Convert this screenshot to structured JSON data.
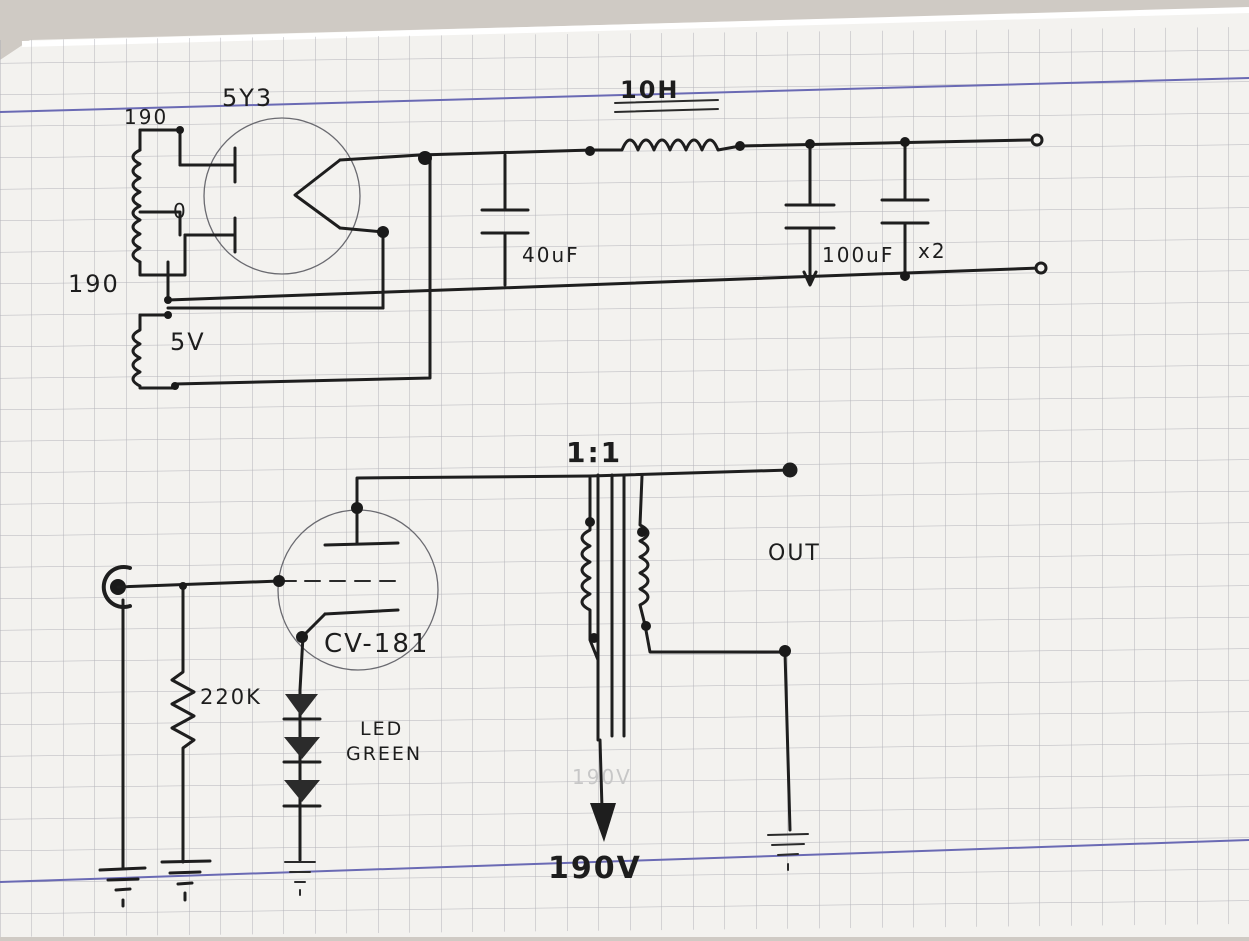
{
  "rectifier": {
    "tube_label": "5Y3",
    "choke_label": "10H",
    "hv_tap_top": "190",
    "ct_label": "0",
    "hv_tap_bottom": "190",
    "filament_label": "5V",
    "cap1_label": "40uF",
    "cap2_label": "100uF",
    "cap_multiplier": "x2"
  },
  "stage": {
    "ratio_label": "1:1",
    "tube_label": "CV-181",
    "resistor_label": "220K",
    "led_label_1": "LED",
    "led_label_2": "GREEN",
    "output_label": "OUT",
    "supply_label": "190V",
    "faint_supply_label": "190V"
  },
  "colors": {
    "paper": "#f4f3f1",
    "grid": "#a9a9b0",
    "margin_line": "#6f6fb2",
    "ink": "#1e1e1e"
  }
}
